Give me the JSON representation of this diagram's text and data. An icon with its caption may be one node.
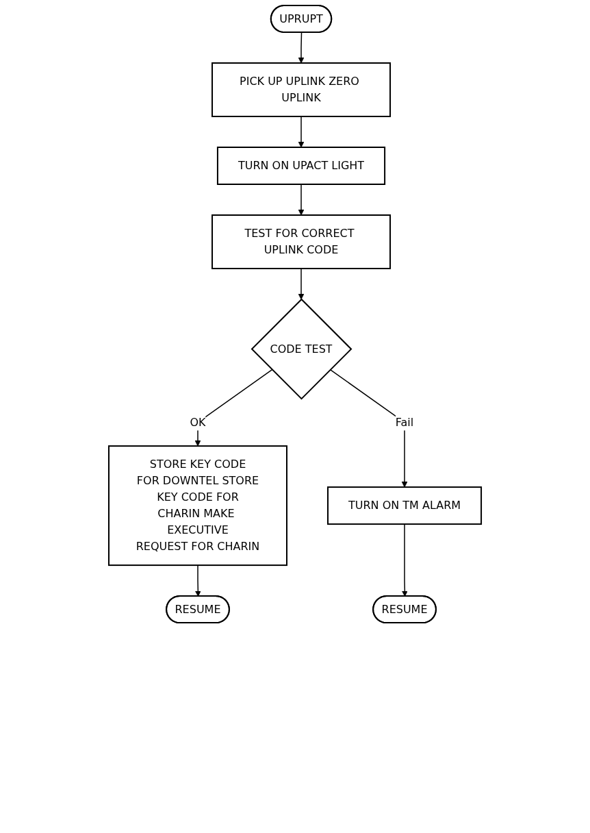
{
  "diagram": {
    "nodes": [
      {
        "text": [
          "UPRUPT"
        ]
      },
      {
        "text": [
          "PICK UP UPLINK ZERO UPLINK"
        ]
      },
      {
        "text": [
          "TURN ON UPACT LIGHT"
        ]
      },
      {
        "text": [
          "TEST FOR CORRECT UPLINK CODE"
        ]
      },
      {
        "text": [
          "CODE TEST"
        ]
      },
      {
        "text": [
          "STORE KEY CODE FOR DOWNTEL STORE KEY CODE FOR CHARIN MAKE EXECUTIVE REQUEST FOR CHARIN"
        ]
      },
      {
        "text": [
          "TURN ON TM ALARM"
        ]
      },
      {
        "text": [
          "RESUME"
        ]
      },
      {
        "text": [
          "RESUME"
        ]
      }
    ],
    "edges": [
      {
        "from": 0,
        "to": 1,
        "arrow": "to"
      },
      {
        "from": 1,
        "to": 2,
        "arrow": "to"
      },
      {
        "from": 2,
        "to": 3,
        "arrow": "to"
      },
      {
        "from": 3,
        "to": 4,
        "arrow": "to"
      },
      {
        "from": 4,
        "to": 5,
        "label": "OK",
        "arrow": "to"
      },
      {
        "from": 4,
        "to": 6,
        "label": "Fail",
        "arrow": "to"
      },
      {
        "from": 5,
        "to": 7,
        "arrow": "to"
      },
      {
        "from": 6,
        "to": 8,
        "arrow": "to"
      }
    ]
  }
}
